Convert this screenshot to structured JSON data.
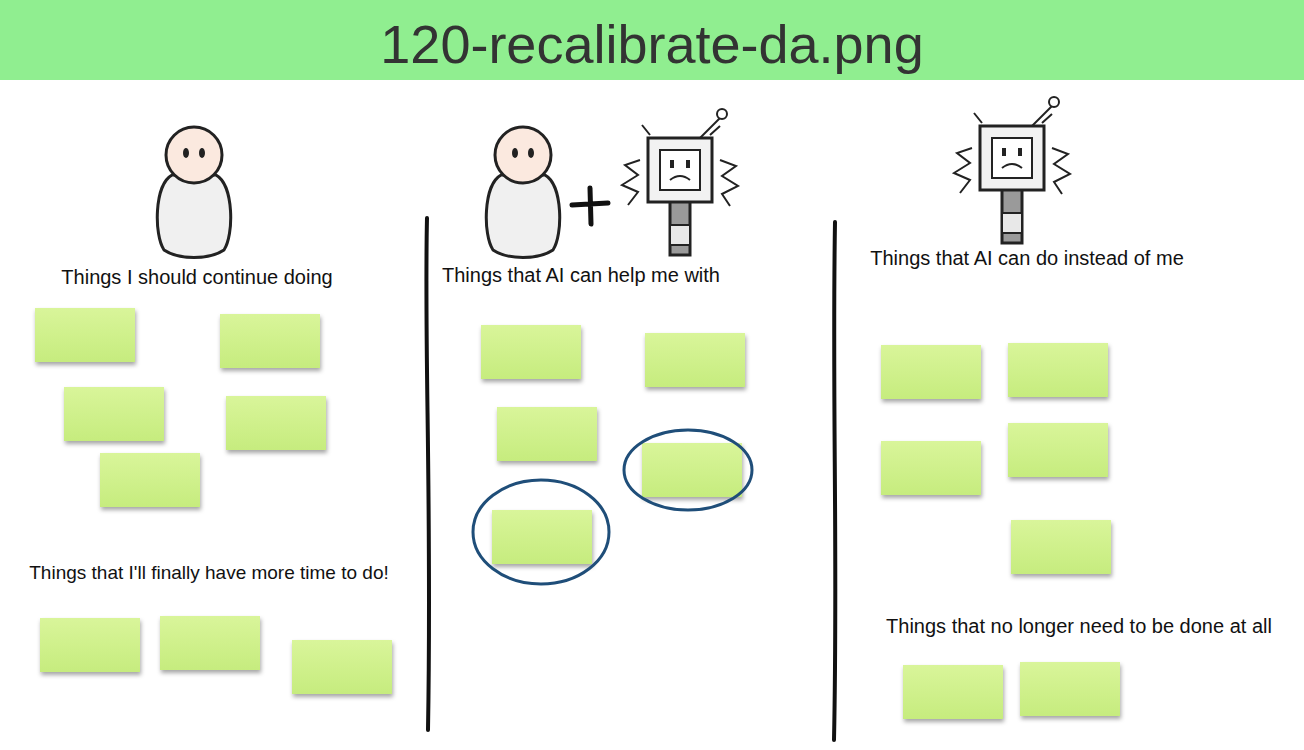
{
  "diagram": {
    "title": "120-recalibrate-da.png",
    "labels": [
      "Things I should continue doing",
      "Things that AI can help me with",
      "Things that AI can do instead of me",
      "Things that I'll finally have more time to do!",
      "Things that no longer need to be done at all"
    ]
  }
}
